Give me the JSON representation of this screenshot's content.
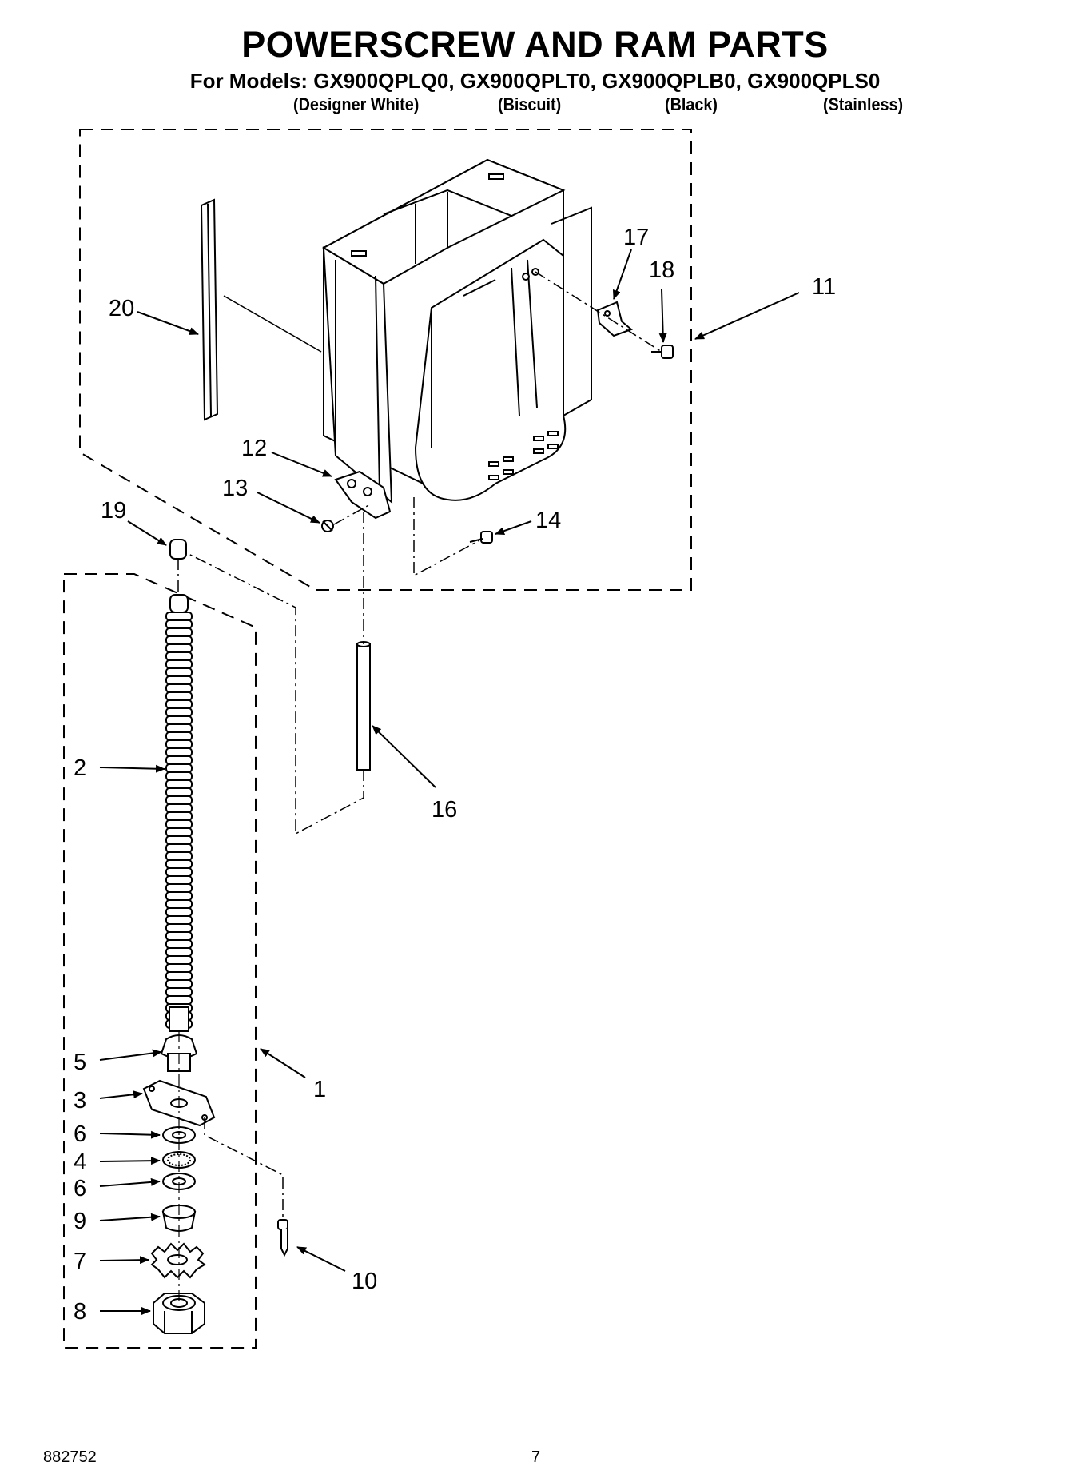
{
  "header": {
    "title": "POWERSCREW AND RAM PARTS",
    "models_line": "For Models: GX900QPLQ0, GX900QPLT0, GX900QPLB0, GX900QPLS0",
    "variants": [
      "(Designer White)",
      "(Biscuit)",
      "(Black)",
      "(Stainless)"
    ]
  },
  "callouts": [
    "20",
    "17",
    "18",
    "11",
    "12",
    "13",
    "19",
    "14",
    "2",
    "16",
    "5",
    "3",
    "6",
    "4",
    "6",
    "9",
    "7",
    "8",
    "1",
    "10"
  ],
  "footer": {
    "doc_number": "882752",
    "page_number": "7"
  }
}
